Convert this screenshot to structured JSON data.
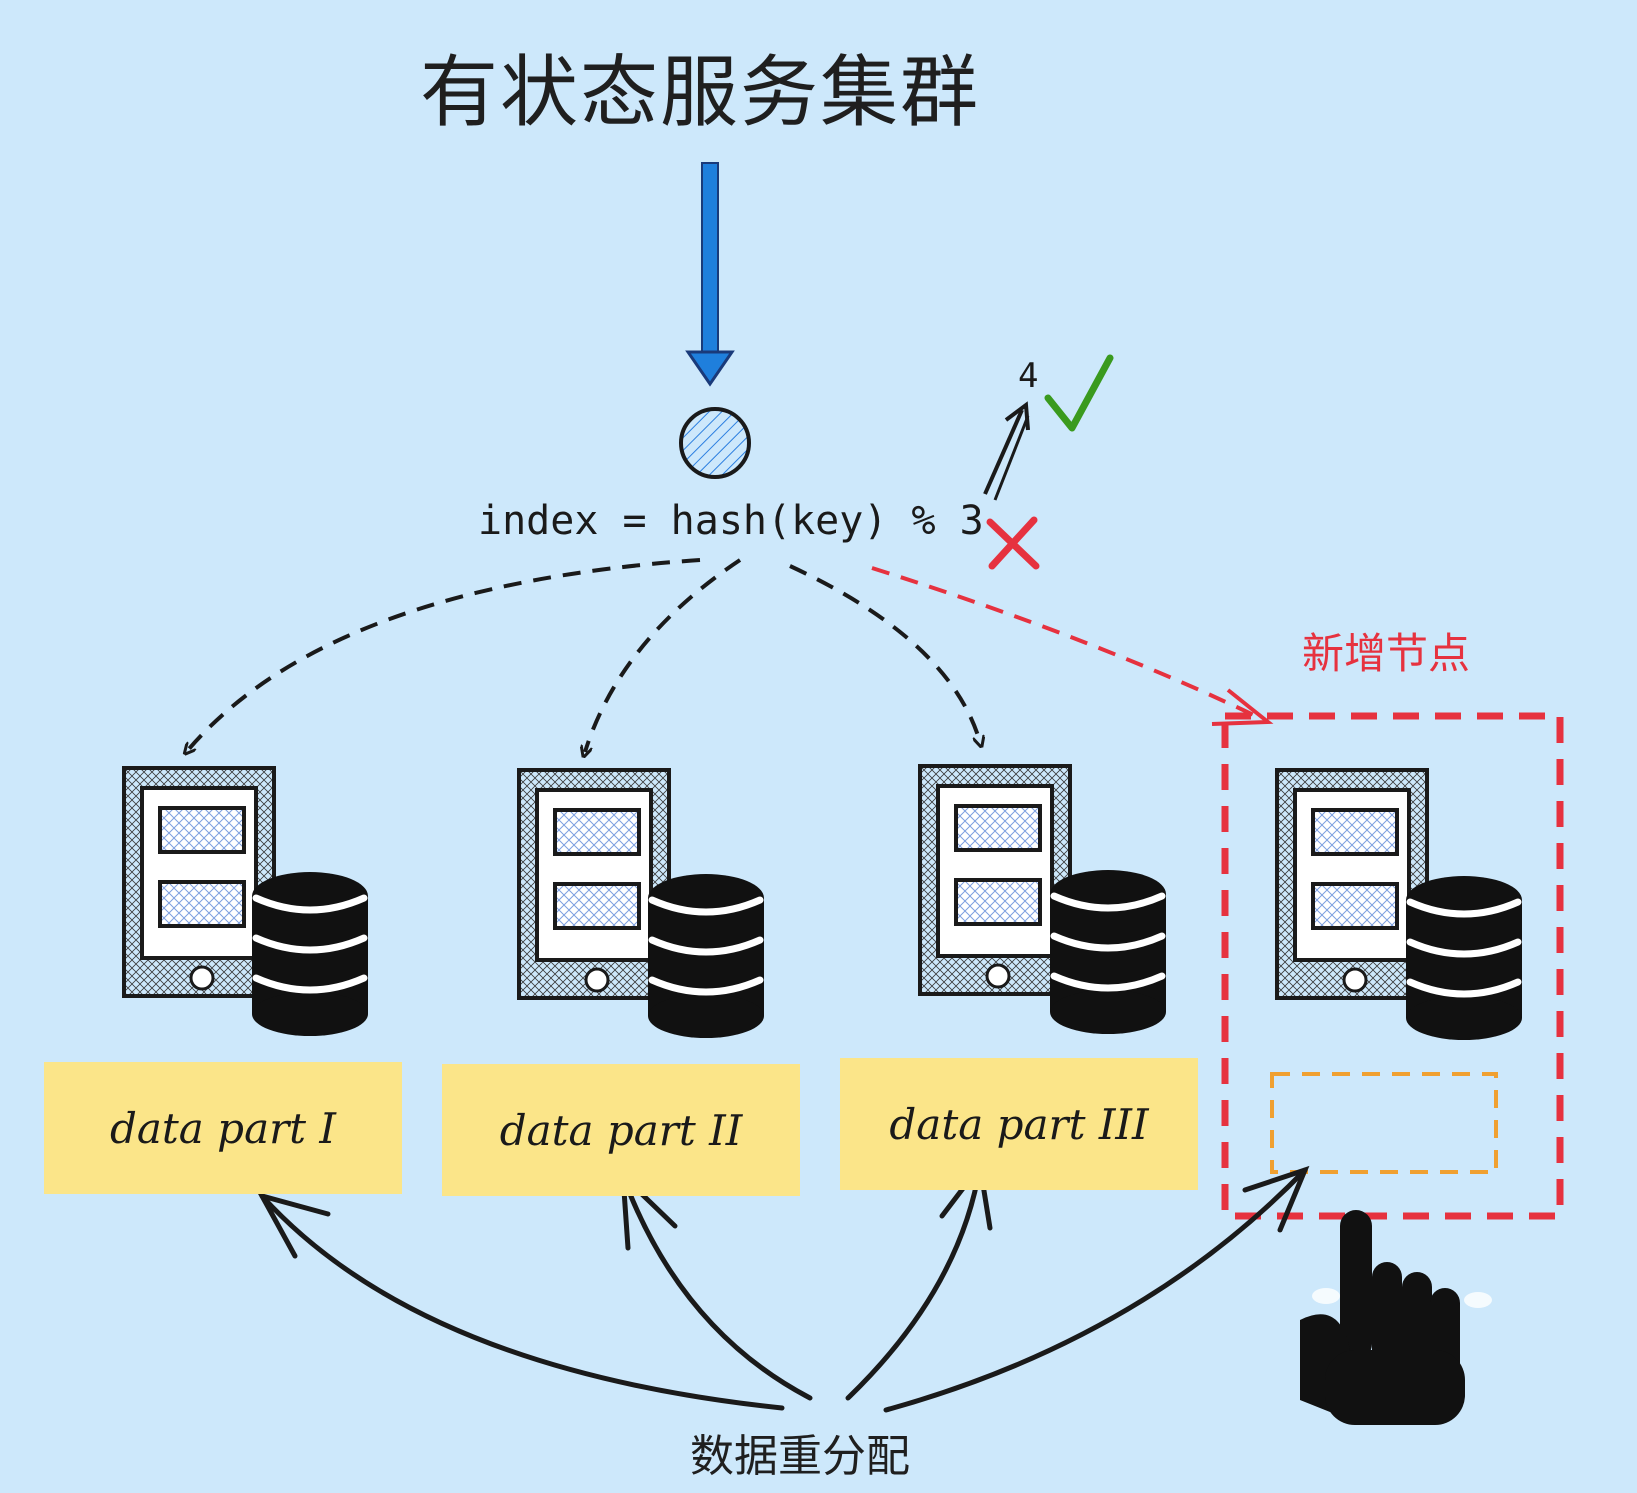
{
  "title": "有状态服务集群",
  "formula": "index = hash(key) % 3",
  "formula_next": "4",
  "new_node_label": "新增节点",
  "parts": [
    {
      "label": "data part I"
    },
    {
      "label": "data part II"
    },
    {
      "label": "data part III"
    }
  ],
  "bottom_label": "数据重分配",
  "colors": {
    "background": "#cde8fb",
    "request_arrow": "#1f7fdc",
    "new_node": "#e6323f",
    "placeholder": "#f0a030",
    "check": "#3a9a1e",
    "card": "#fbe589"
  },
  "icons": {
    "request": "down-arrow-icon",
    "router": "router-circle-icon",
    "valid": "check-mark-icon",
    "invalid": "cross-mark-icon",
    "server": "server-icon",
    "database": "database-icon",
    "pointer": "pointing-hand-icon"
  }
}
